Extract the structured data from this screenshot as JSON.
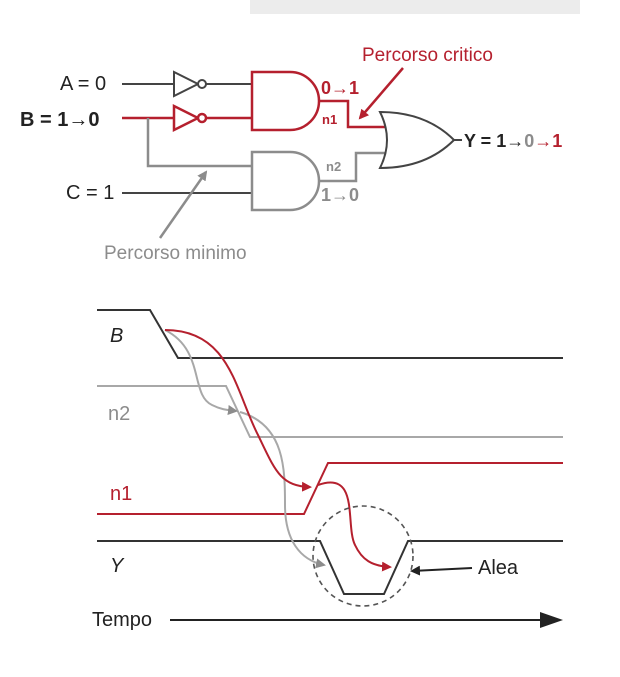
{
  "colors": {
    "critical": "#b5202e",
    "minimal": "#8c8c8c",
    "default": "#444444",
    "background_bar": "#e9e9e9"
  },
  "circuit": {
    "input_a": "A = 0",
    "input_b": "B = 1→0",
    "input_c": "C = 1",
    "critical_path_label": "Percorso critico",
    "minimal_path_label": "Percorso minimo",
    "node_n1": "n1",
    "node_n2": "n2",
    "n1_transition": "0→1",
    "n2_transition": "1→0",
    "output_y_prefix": "Y = 1→",
    "output_y_mid": "0",
    "output_y_arrow": "→",
    "output_y_end": "1"
  },
  "timing": {
    "signal_b": "B",
    "signal_n2": "n2",
    "signal_n1": "n1",
    "signal_y": "Y",
    "hazard_label": "Alea",
    "time_axis_label": "Tempo"
  }
}
